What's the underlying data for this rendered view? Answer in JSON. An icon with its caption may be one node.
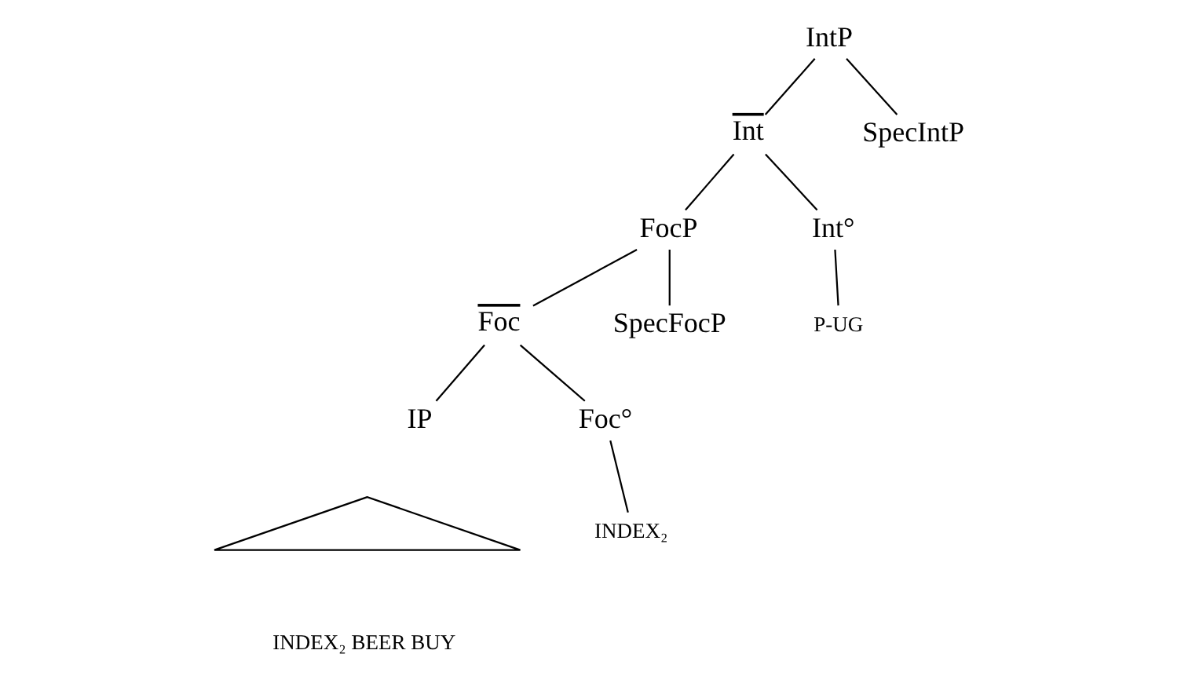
{
  "diagram": {
    "nodes": [
      {
        "text": [
          "IntP"
        ]
      },
      {
        "text": [
          "Int"
        ]
      },
      {
        "text": [
          "SpecIntP"
        ]
      },
      {
        "text": [
          "FocP"
        ]
      },
      {
        "text": [
          "Int°"
        ]
      },
      {
        "text": [
          "Foc"
        ]
      },
      {
        "text": [
          "SpecFocP"
        ]
      },
      {
        "text": [
          "P-UG"
        ]
      },
      {
        "text": [
          "IP"
        ]
      },
      {
        "text": [
          "Foc°"
        ]
      },
      {
        "text": [],
        "shape": "triangle"
      },
      {
        "text": [
          "INDEX₂ BEER BUY"
        ]
      },
      {
        "text": [
          "INDEX₂"
        ]
      }
    ],
    "edges": [
      {
        "from": 0,
        "to": 1,
        "arrow": "none"
      },
      {
        "from": 0,
        "to": 2,
        "arrow": "none"
      },
      {
        "from": 1,
        "to": 3,
        "arrow": "none"
      },
      {
        "from": 1,
        "to": 4,
        "arrow": "none"
      },
      {
        "from": 3,
        "to": 5,
        "arrow": "none"
      },
      {
        "from": 3,
        "to": 6,
        "arrow": "none"
      },
      {
        "from": 4,
        "to": 7,
        "arrow": "none"
      },
      {
        "from": 5,
        "to": 8,
        "arrow": "none"
      },
      {
        "from": 5,
        "to": 9,
        "arrow": "none"
      },
      {
        "from": 9,
        "to": 12,
        "arrow": "none"
      }
    ]
  }
}
